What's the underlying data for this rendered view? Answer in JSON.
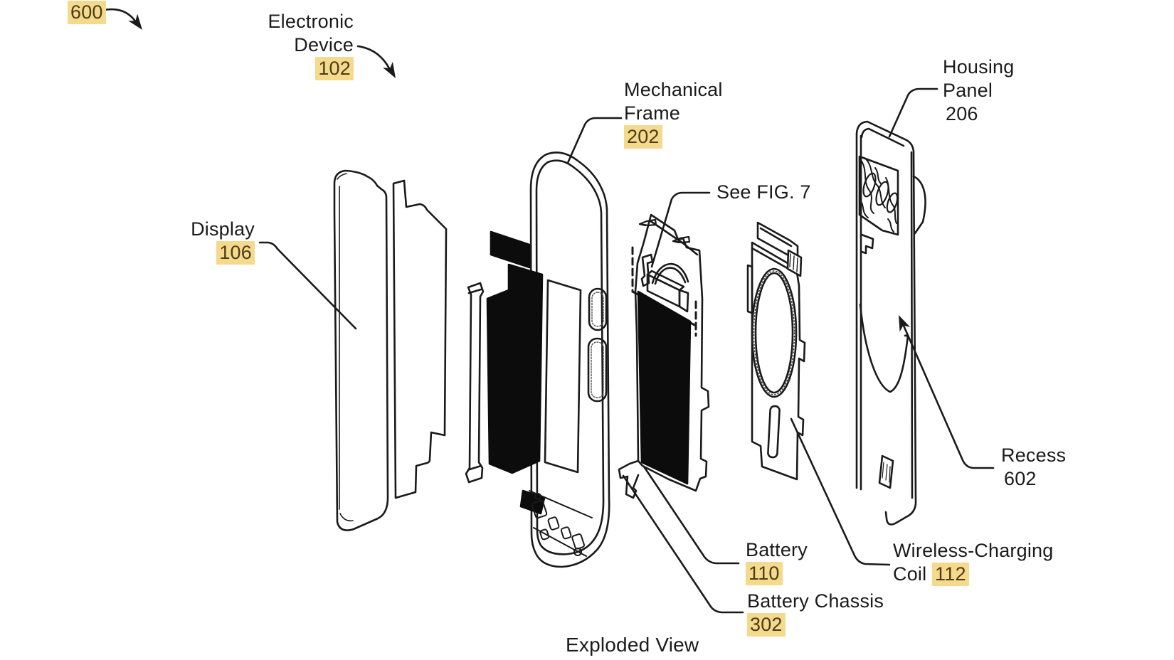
{
  "figure": {
    "caption": "Exploded View",
    "labels": {
      "fig_number": {
        "num": "600"
      },
      "electronic_device": {
        "line1": "Electronic",
        "line2": "Device",
        "num": "102"
      },
      "display": {
        "line1": "Display",
        "num": "106"
      },
      "mechanical_frame": {
        "line1": "Mechanical",
        "line2": "Frame",
        "num": "202"
      },
      "see_fig": {
        "text": "See FIG. 7"
      },
      "housing_panel": {
        "line1": "Housing",
        "line2": "Panel",
        "num": "206"
      },
      "battery": {
        "line1": "Battery",
        "num": "110"
      },
      "battery_chassis": {
        "line1": "Battery Chassis",
        "num": "302"
      },
      "wireless_coil": {
        "line1": "Wireless-Charging",
        "line2": "Coil",
        "num": "112"
      },
      "recess": {
        "line1": "Recess",
        "num": "602"
      }
    },
    "colors": {
      "highlight": "#f5d98c",
      "highlight_text": "#4a3e18",
      "line_art": "#1a1a1a",
      "background": "#ffffff"
    }
  }
}
